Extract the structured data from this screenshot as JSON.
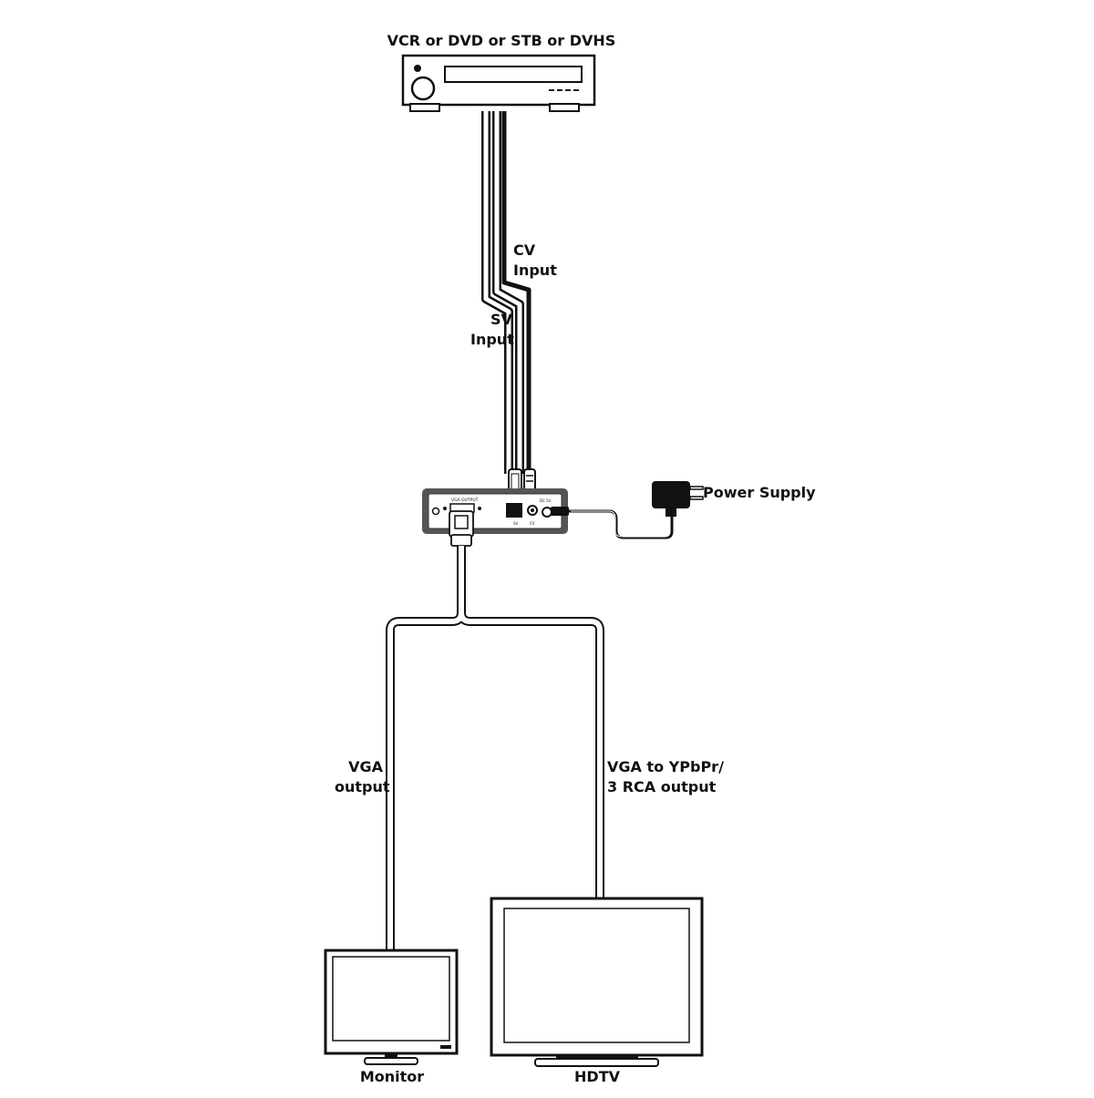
{
  "source_device": {
    "title": "VCR or DVD or STB or DVHS"
  },
  "cables": {
    "cv_input": {
      "line1": "CV",
      "line2": "Input"
    },
    "sv_input": {
      "line1": "SV",
      "line2": "Input"
    },
    "vga_output": {
      "line1": "VGA",
      "line2": "output"
    },
    "ypbpr_output": {
      "line1": "VGA to YPbPr/",
      "line2": "3 RCA output"
    }
  },
  "power": {
    "label": "Power Supply"
  },
  "converter": {
    "vga_port_label": "VGA OUTPUT",
    "sv_label": "SV",
    "cv_label": "CV",
    "dc_label": "DC 5V"
  },
  "displays": {
    "monitor": "Monitor",
    "hdtv": "HDTV"
  },
  "colors": {
    "line": "#111111",
    "box_fill": "#ffffff",
    "converter_border": "#555555"
  }
}
